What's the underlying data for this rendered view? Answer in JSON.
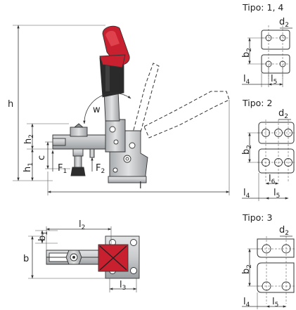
{
  "labels": {
    "h": "h",
    "h1": "h1",
    "h2": "h2",
    "c": "c",
    "w": "w",
    "l": "l",
    "F1": "F1",
    "F2": "F2",
    "l2": "l2",
    "l3": "l3",
    "b": "b",
    "b1": "b1"
  },
  "types": [
    {
      "title": "Tipo: 1, 4",
      "labels": [
        "d2",
        "b2",
        "l4",
        "l5"
      ]
    },
    {
      "title": "Tipo: 2",
      "labels": [
        "d2",
        "b2",
        "l6",
        "l4",
        "l5"
      ]
    },
    {
      "title": "Tipo: 3",
      "labels": [
        "d2",
        "b2",
        "l4",
        "l5"
      ]
    }
  ],
  "colors": {
    "handle_red": "#c8202f",
    "grip_black": "#2a2a2a",
    "metal": "#c9cbcd"
  }
}
